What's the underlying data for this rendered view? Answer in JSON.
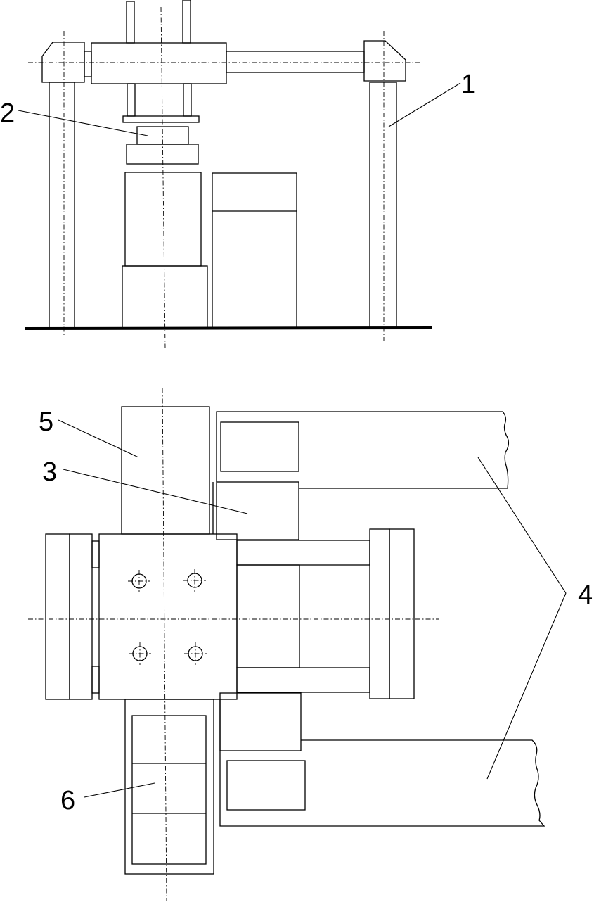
{
  "diagram": {
    "views": [
      "front-view",
      "top-view"
    ],
    "callouts": [
      {
        "id": "callout-1",
        "text": "1"
      },
      {
        "id": "callout-2",
        "text": "2"
      },
      {
        "id": "callout-3",
        "text": "3"
      },
      {
        "id": "callout-4",
        "text": "4"
      },
      {
        "id": "callout-5",
        "text": "5"
      },
      {
        "id": "callout-6",
        "text": "6"
      }
    ]
  },
  "colors": {
    "line": "#000000",
    "background": "#ffffff"
  }
}
